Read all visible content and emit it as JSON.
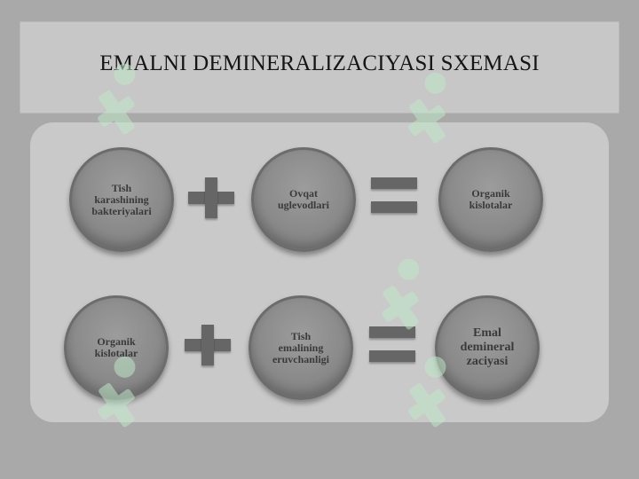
{
  "title": "EMALNI DEMINERALIZACIYASI SXEMASI",
  "rows": [
    {
      "term1": "Tish\nkarashining\nbakteriyalari",
      "operator1": "+",
      "term2": "Ovqat\nuglevodlari",
      "operator2": "=",
      "result": "Organik\nkislotalar"
    },
    {
      "term1": "Organik\nkislotalar",
      "operator1": "+",
      "term2": "Tish\nemalining\neruvchanligi",
      "operator2": "=",
      "result": "Emal\ndemineral\nzaciyasi"
    }
  ]
}
